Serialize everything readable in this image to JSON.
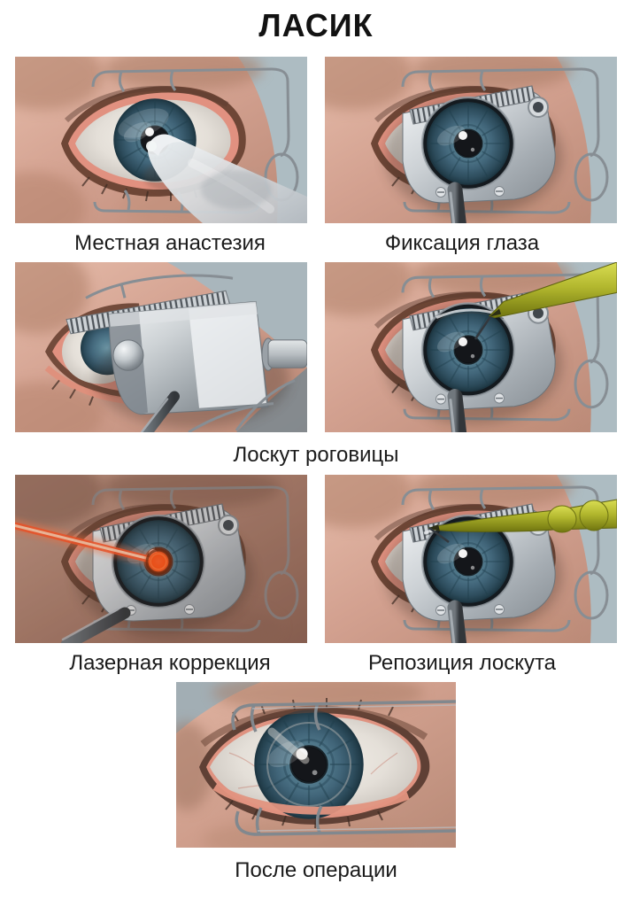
{
  "figure": {
    "title": "ЛАСИК",
    "steps": [
      {
        "caption": "Местная анастезия",
        "depicts": "eye-with-anesthetic-dropper"
      },
      {
        "caption": "Фиксация глаза",
        "depicts": "eye-with-fixation-ring"
      },
      {
        "caption": "Лоскут роговицы",
        "depicts": "microkeratome-creating-corneal-flap"
      },
      {
        "caption": "Лазерная коррекция",
        "depicts": "laser-beam-ablating-cornea"
      },
      {
        "caption": "Репозиция лоскута",
        "depicts": "tool-repositioning-corneal-flap"
      },
      {
        "caption": "После операции",
        "depicts": "eye-after-surgery-closeup"
      }
    ],
    "colors": {
      "background": "#ffffff",
      "caption_text": "#1b1b1b",
      "panel_backdrop": "#adbcc2",
      "iris_blue": "#4a7086",
      "laser_beam": "#ff5a26",
      "instrument_yellow": "#b3b82c",
      "metal_gray": "#a6adb3"
    }
  }
}
